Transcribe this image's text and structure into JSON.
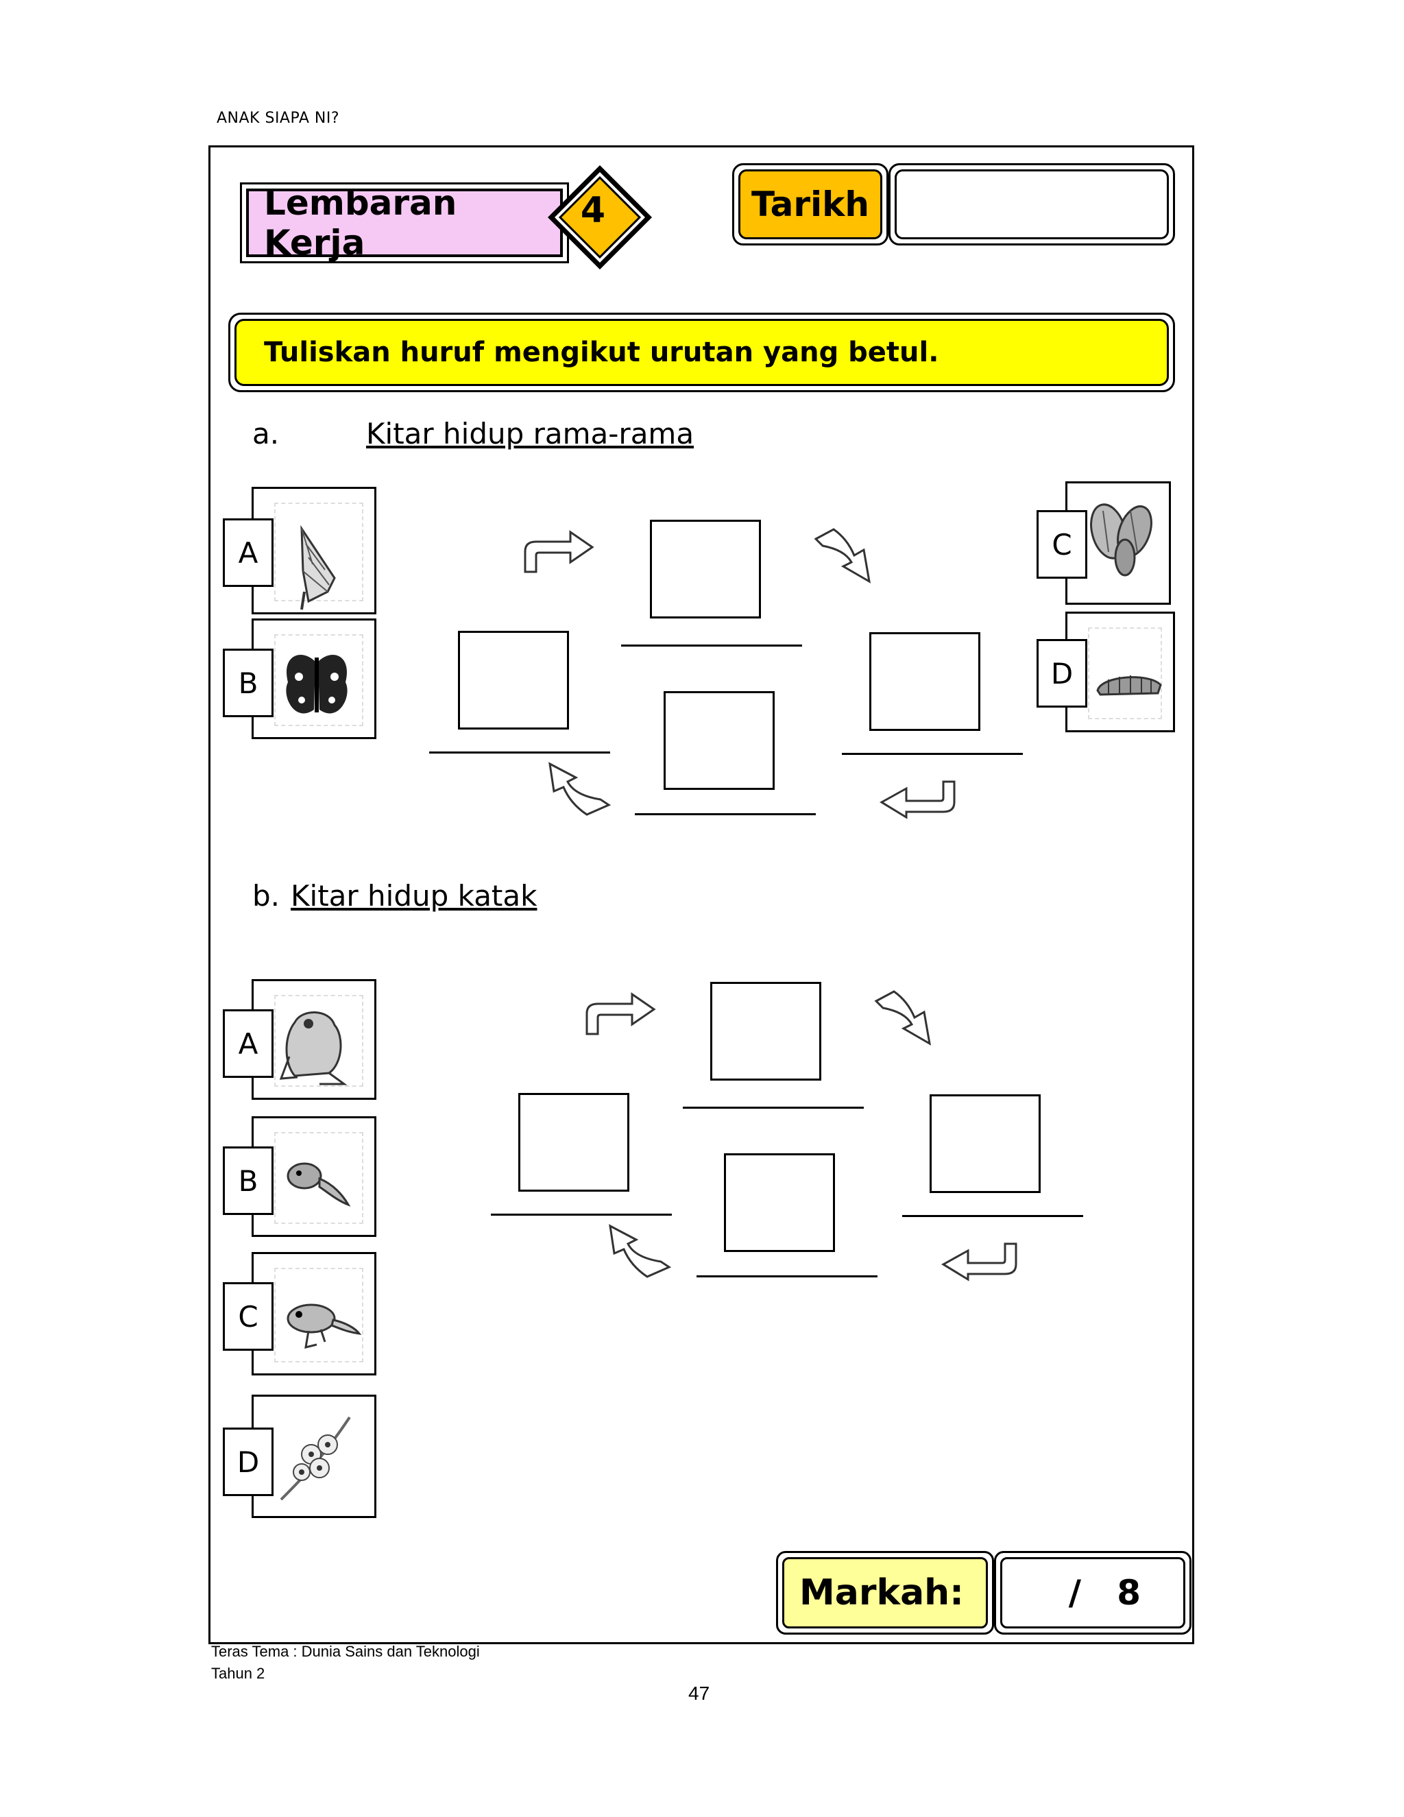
{
  "header": {
    "running_title": "ANAK SIAPA NI?"
  },
  "worksheet": {
    "label": "Lembaran Kerja",
    "number": "4",
    "date_label": "Tarikh"
  },
  "instruction": "Tuliskan huruf mengikut urutan yang betul.",
  "section_a": {
    "letter": "a.",
    "title": "Kitar hidup rama-rama",
    "options": [
      {
        "letter": "A",
        "icon": "chrysalis-icon"
      },
      {
        "letter": "B",
        "icon": "butterfly-icon"
      },
      {
        "letter": "C",
        "icon": "eggs-icon"
      },
      {
        "letter": "D",
        "icon": "caterpillar-icon"
      }
    ]
  },
  "section_b": {
    "letter": "b.",
    "title": "Kitar hidup katak",
    "options": [
      {
        "letter": "A",
        "icon": "frog-icon"
      },
      {
        "letter": "B",
        "icon": "tadpole-icon"
      },
      {
        "letter": "C",
        "icon": "froglet-icon"
      },
      {
        "letter": "D",
        "icon": "frogspawn-icon"
      }
    ]
  },
  "marks": {
    "label": "Markah:",
    "score": "/   8"
  },
  "footer": {
    "theme": "Teras Tema : Dunia Sains dan Teknologi",
    "year": "Tahun 2",
    "page": "47"
  }
}
